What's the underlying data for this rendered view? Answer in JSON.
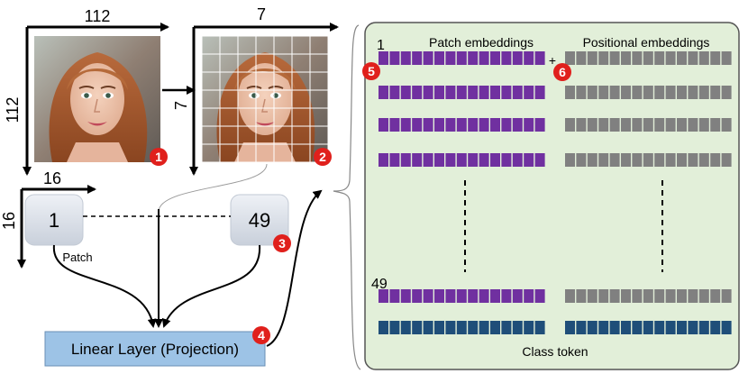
{
  "image1": {
    "top_dim": "112",
    "side_dim": "112",
    "badge": "1",
    "content": "face-photo"
  },
  "image2": {
    "top_dim": "7",
    "side_dim": "7",
    "badge": "2",
    "content": "face-photo-gridded",
    "grid_n": 7
  },
  "patch_box": {
    "top_dim": "16",
    "side_dim": "16"
  },
  "patches": {
    "first": "1",
    "last": "49",
    "caption": "Patch",
    "badge": "3"
  },
  "linear_layer": {
    "label": "Linear Layer (Projection)",
    "badge": "4"
  },
  "embeddings": {
    "patch_title": "Patch embeddings",
    "pos_title": "Positional embeddings",
    "first_row_label": "1",
    "last_row_label": "49",
    "plus": "+",
    "patch_badge": "5",
    "pos_badge": "6",
    "class_token_label": "Class token",
    "cells_per_row": 15,
    "colors": {
      "patch": "#7030a0",
      "positional": "#808080",
      "class_token": "#1f4e79",
      "panel_bg": "#e2efd9",
      "badge": "#e0201c"
    }
  }
}
